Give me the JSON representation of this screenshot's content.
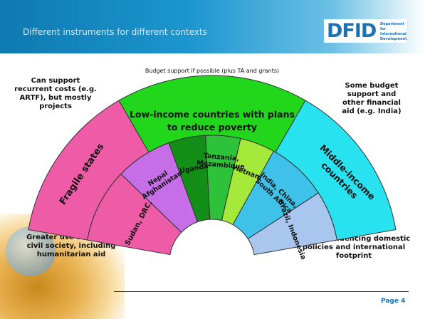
{
  "header": {
    "title": "Different instruments for different contexts",
    "logo_text": "DFID",
    "logo_sub": "Department for International Development"
  },
  "top_label": "Budget support if possible (plus TA and grants)",
  "notes": {
    "top_left": "Can support recurrent costs (e.g. ARTF), but mostly projects",
    "top_right": "Some budget support and other financial aid (e.g. India)",
    "bottom_left": "Greater use of UN and civil society, including humanitarian aid",
    "bottom_right": "Mostly influencing domestic policies and international footprint"
  },
  "outer_segments": [
    {
      "label": "Fragile states",
      "color": "#ee5ba6"
    },
    {
      "label": "Low-income countries with plans to reduce poverty",
      "color": "#22d61c"
    },
    {
      "label": "Middle-income countries",
      "color": "#29e2f0"
    }
  ],
  "inner_segments": [
    {
      "label": "Sudan, DRC,",
      "color": "#ee5ba6"
    },
    {
      "label": "Nepal Afghanistan",
      "color": "#c66ee8"
    },
    {
      "label": "Uganda",
      "color": "#138f17"
    },
    {
      "label": "Tanzania, Mozambique",
      "color": "#2ec23a"
    },
    {
      "label": "Vietnam",
      "color": "#a5ea3a"
    },
    {
      "label": "India, China, South Africa",
      "color": "#3ec2ea"
    },
    {
      "label": "Brazil, Indonesia",
      "color": "#a9c6ee"
    }
  ],
  "footer": {
    "page": "Page 4"
  }
}
